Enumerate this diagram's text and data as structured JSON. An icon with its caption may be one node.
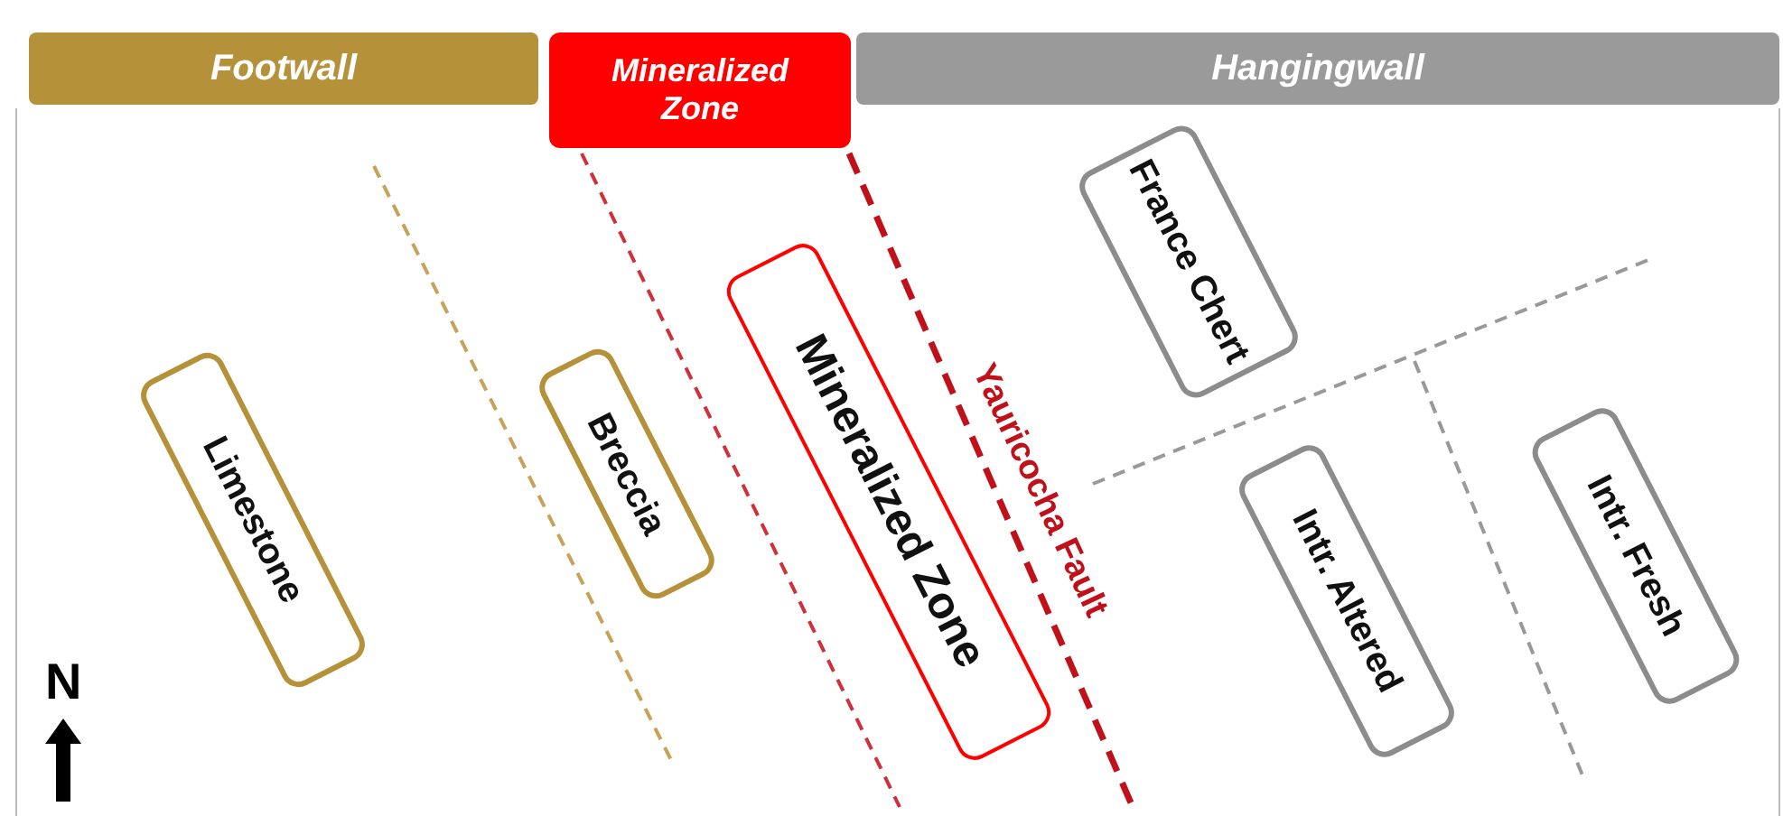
{
  "diagram": {
    "nodes": [
      {
        "text": [
          "Footwall"
        ]
      },
      {
        "text": [
          "Mineralized Zone"
        ]
      },
      {
        "text": [
          "Hangingwall"
        ]
      },
      {
        "text": [
          "France Chert"
        ]
      },
      {
        "text": [
          "Limestone"
        ]
      },
      {
        "text": [
          "Breccia"
        ]
      },
      {
        "text": [
          "Mineralized Zone"
        ]
      },
      {
        "text": [
          "Intr. Altered"
        ]
      },
      {
        "text": [
          "Intr. Fresh"
        ]
      }
    ],
    "labels": [
      "Yauricocha Fault",
      "N"
    ]
  }
}
